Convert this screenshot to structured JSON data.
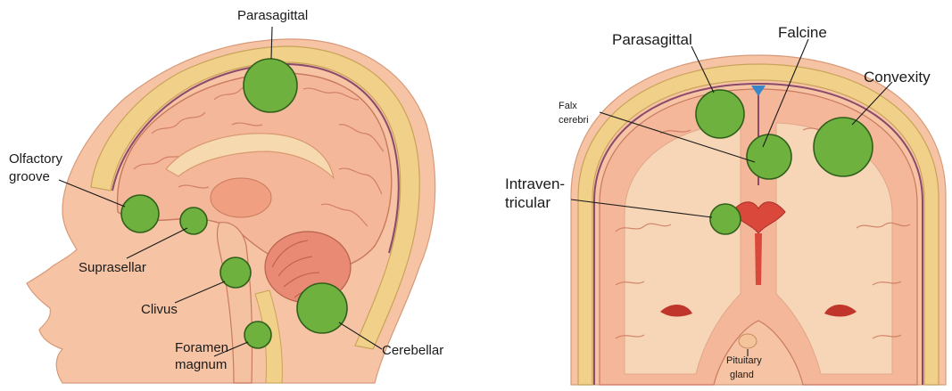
{
  "sagittal_view": {
    "labels": {
      "parasagittal": "Parasagittal",
      "olfactory_groove_line1": "Olfactory",
      "olfactory_groove_line2": "groove",
      "suprasellar": "Suprasellar",
      "clivus": "Clivus",
      "foramen_magnum_line1": "Foramen",
      "foramen_magnum_line2": "magnum",
      "cerebellar": "Cerebellar"
    }
  },
  "coronal_view": {
    "labels": {
      "parasagittal": "Parasagittal",
      "falcine": "Falcine",
      "convexity": "Convexity",
      "falx_cerebri_line1": "Falx",
      "falx_cerebri_line2": "cerebri",
      "intraventricular_line1": "Intraven-",
      "intraventricular_line2": "tricular",
      "pituitary_gland_line1": "Pituitary",
      "pituitary_gland_line2": "gland"
    }
  },
  "colors": {
    "tumor": "#6fb13f",
    "brain": "#f4b79a",
    "skull": "#f1d08a",
    "skin": "#f6c4a4",
    "ventricle": "#d9483b"
  }
}
